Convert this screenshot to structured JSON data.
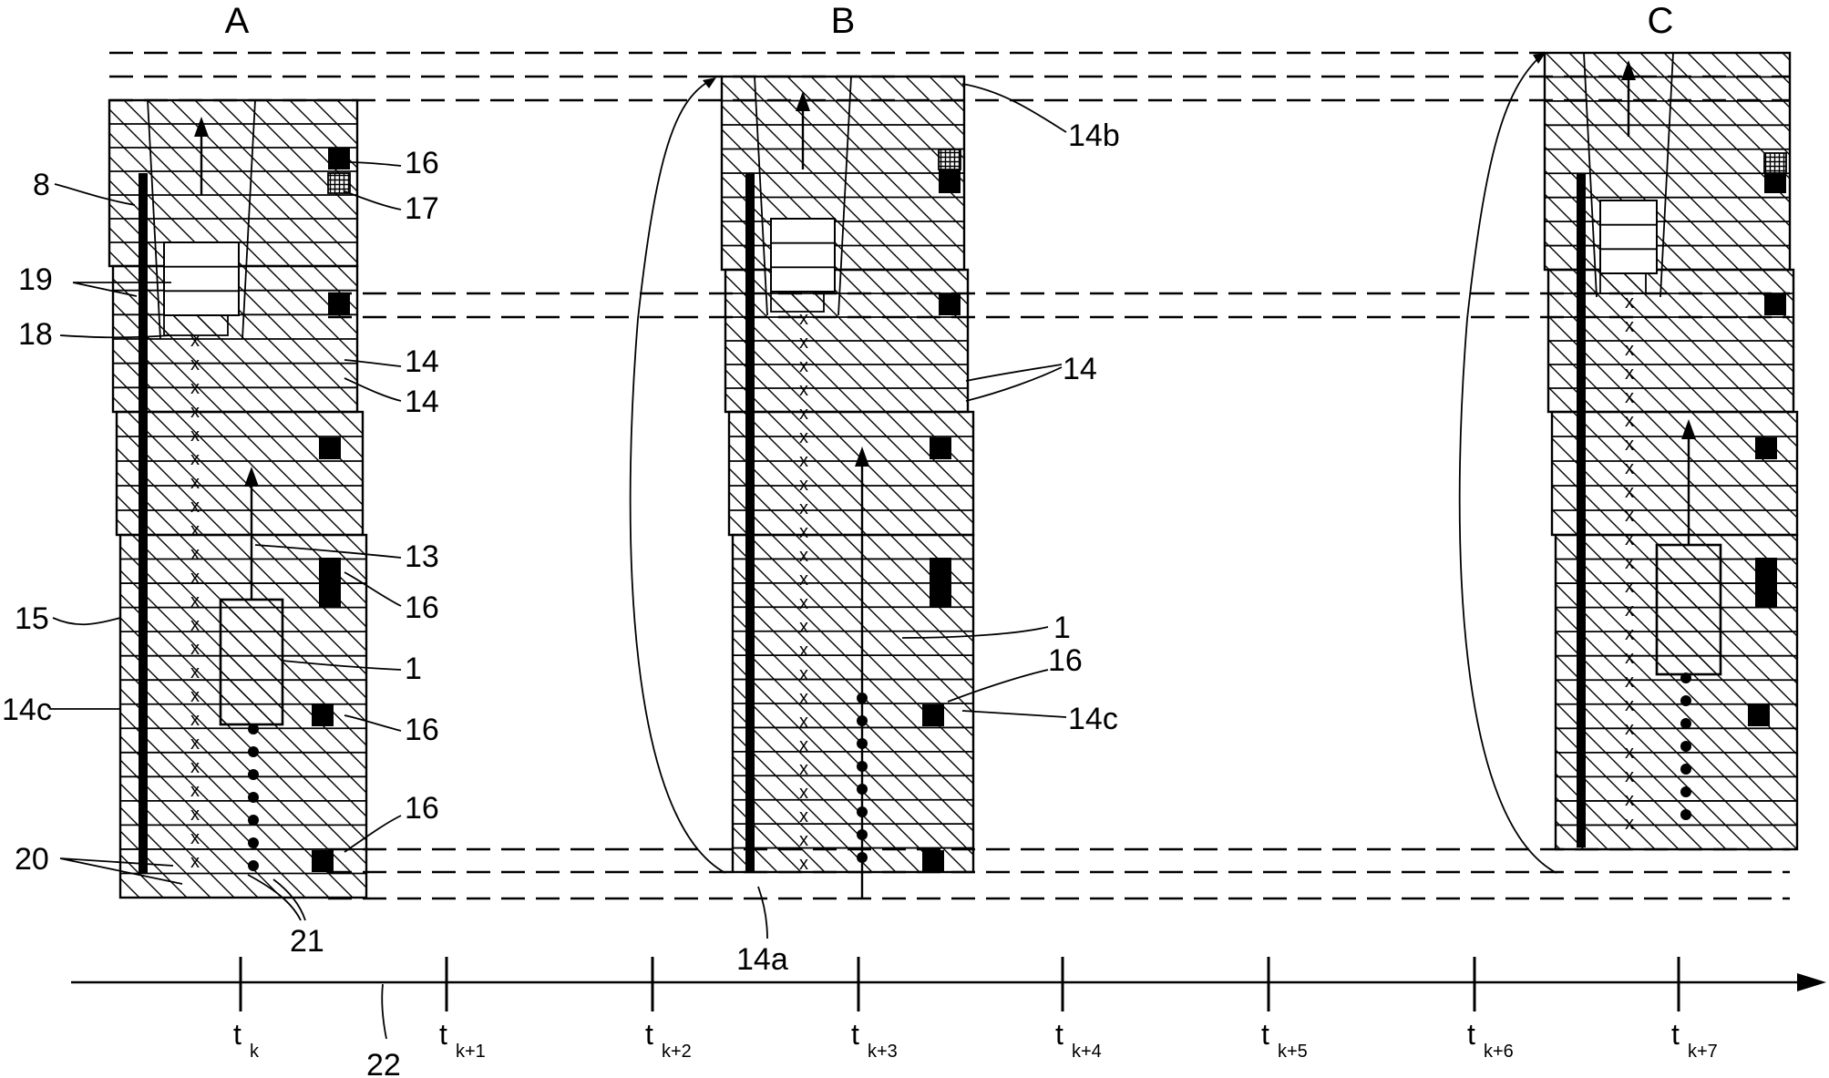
{
  "panels": [
    {
      "id": "A",
      "label": "A"
    },
    {
      "id": "B",
      "label": "B"
    },
    {
      "id": "C",
      "label": "C"
    }
  ],
  "labels_A": {
    "n16a": "16",
    "n17": "17",
    "n8": "8",
    "n19": "19",
    "n18": "18",
    "n14a": "14",
    "n14b": "14",
    "n13": "13",
    "n16b": "16",
    "n15": "15",
    "n1": "1",
    "n14c": "14c",
    "n16c": "16",
    "n16d": "16",
    "n20": "20",
    "n21": "21"
  },
  "labels_B": {
    "n14b": "14b",
    "n14": "14",
    "n1": "1",
    "n16": "16",
    "n14c": "14c",
    "n14a": "14a"
  },
  "axis": {
    "number": "22",
    "ticks": [
      {
        "t": "t",
        "sub": "k"
      },
      {
        "t": "t",
        "sub": "k+1"
      },
      {
        "t": "t",
        "sub": "k+2"
      },
      {
        "t": "t",
        "sub": "k+3"
      },
      {
        "t": "t",
        "sub": "k+4"
      },
      {
        "t": "t",
        "sub": "k+5"
      },
      {
        "t": "t",
        "sub": "k+6"
      },
      {
        "t": "t",
        "sub": "k+7"
      }
    ]
  }
}
